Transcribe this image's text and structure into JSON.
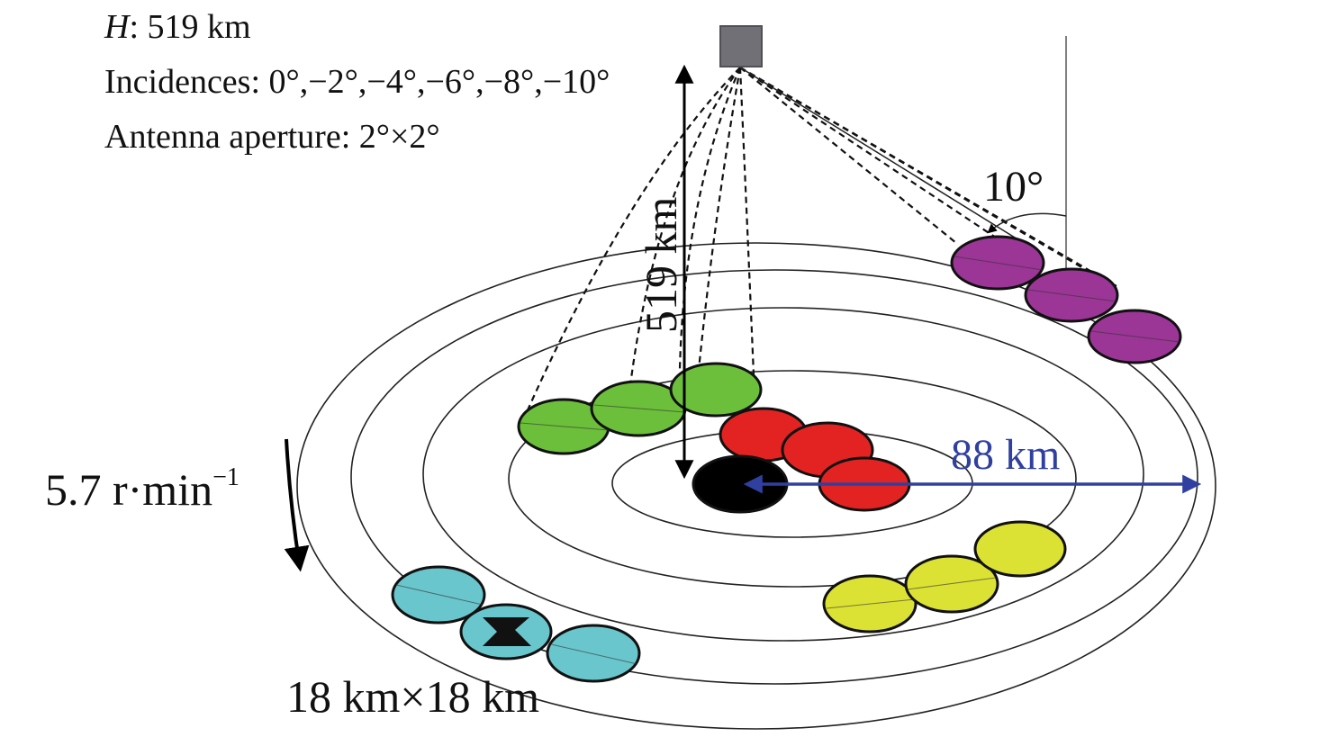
{
  "parameters": {
    "h_symbol": "H",
    "h_value": ": 519 km",
    "incidences": "Incidences: 0°,−2°,−4°,−6°,−8°,−10°",
    "aperture": "Antenna aperture: 2°×2°"
  },
  "labels": {
    "altitude": "519 km",
    "angle": "10°",
    "radius": "88 km",
    "rotation": "5.7 r·min",
    "rotation_exp": "−1",
    "footprint": "18 km×18 km"
  },
  "colors": {
    "green": "#6cbf3a",
    "red": "#e32222",
    "purple": "#9b3596",
    "yellow": "#dce234",
    "cyan": "#69c6cc",
    "black": "#000000",
    "blue": "#3040a0",
    "satellite": "#707076"
  },
  "icons": [
    "satellite-icon",
    "rotation-arrow-icon"
  ]
}
